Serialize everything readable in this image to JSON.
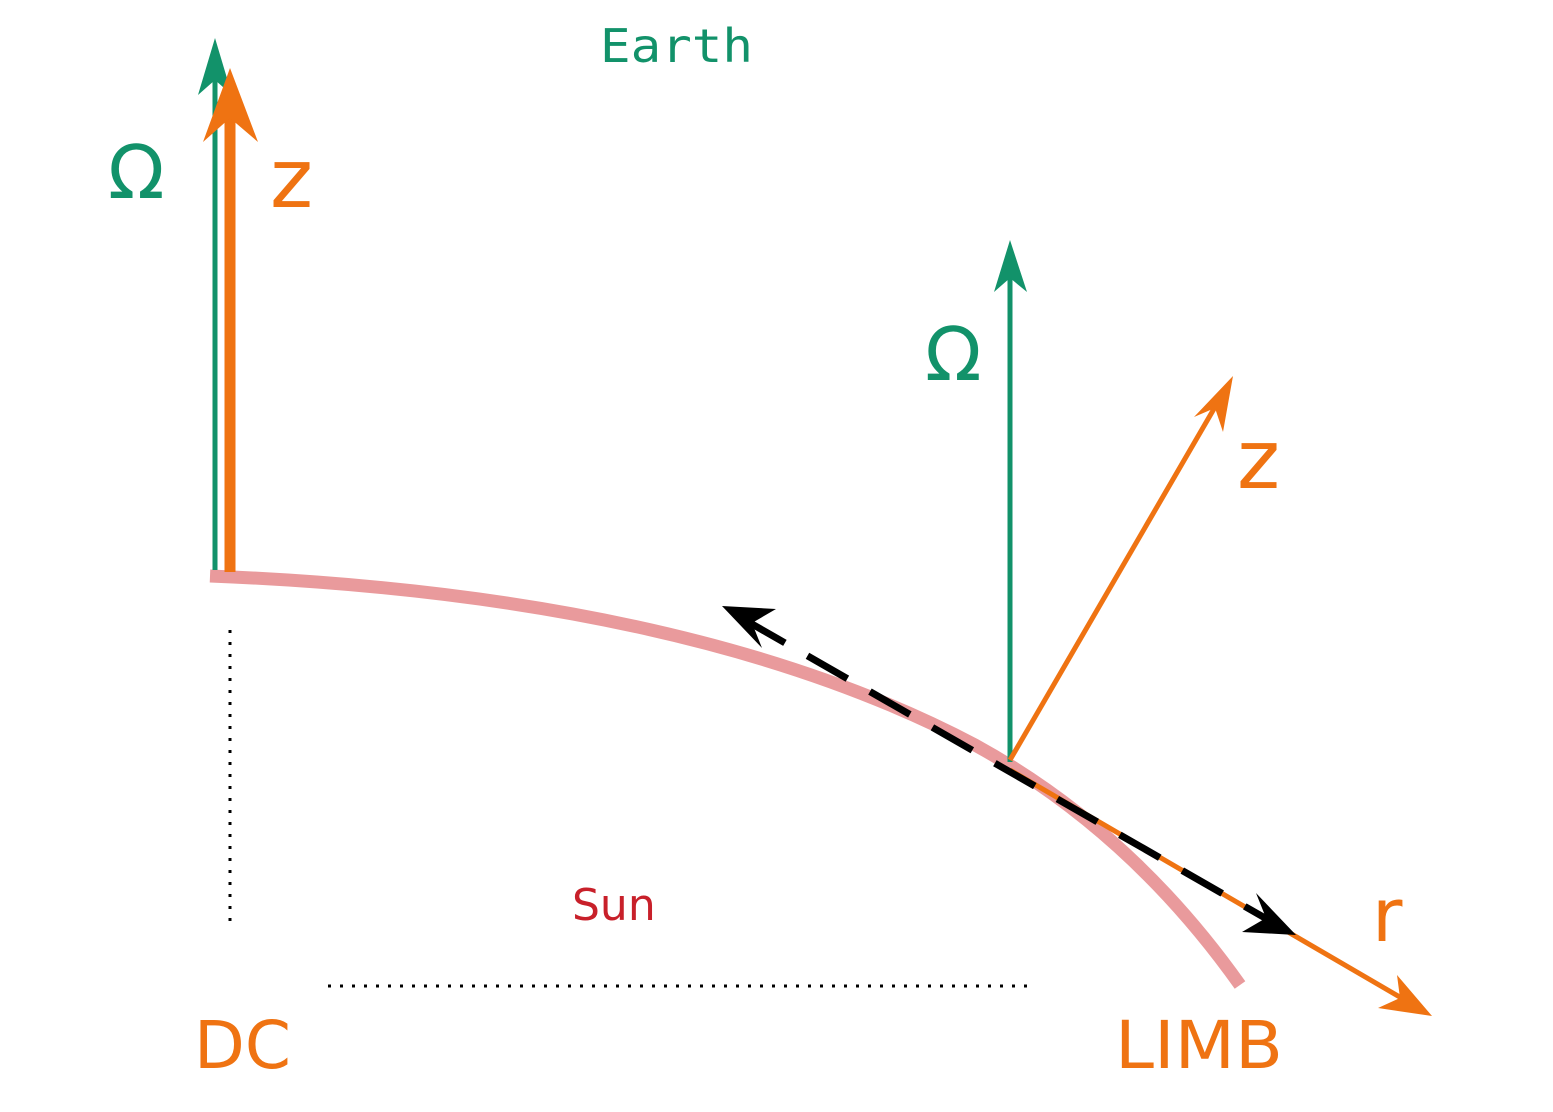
{
  "colors": {
    "earth_green": "#12926a",
    "orange": "#ef7312",
    "sun_red": "#c8202a",
    "sun_surface": "#e99a9c",
    "black": "#000000"
  },
  "labels": {
    "earth": "Earth",
    "sun": "Sun",
    "omega_center": "Ω",
    "z_center": "z",
    "omega_limb": "Ω",
    "z_limb": "z",
    "r_limb": "r",
    "dc": "DC",
    "limb": "LIMB"
  }
}
